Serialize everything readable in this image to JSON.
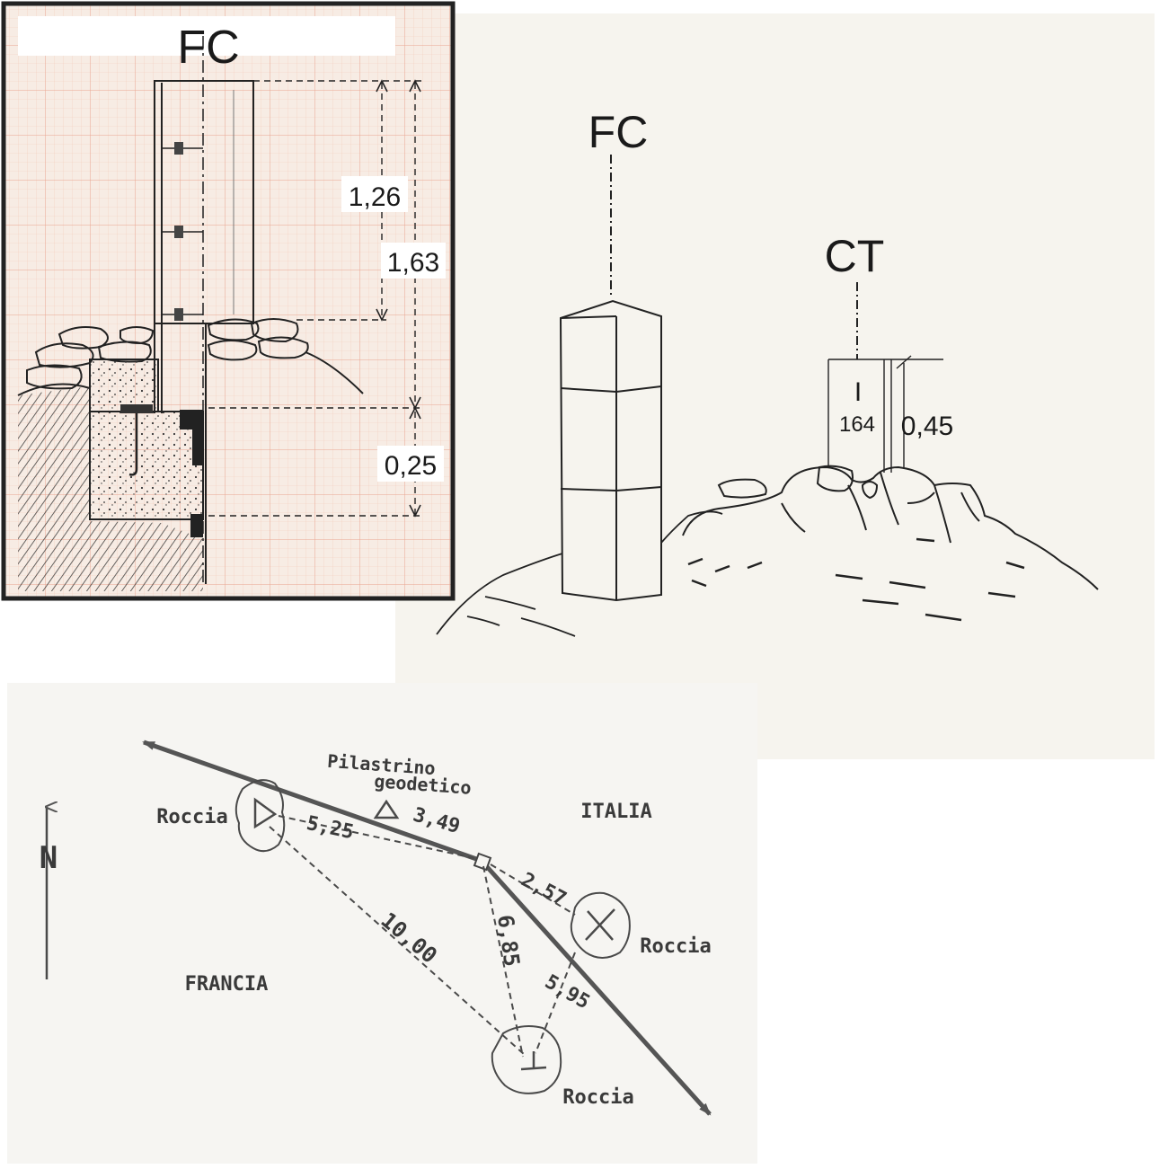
{
  "profile": {
    "pillar_label": "FC",
    "dim_upper": "1,26",
    "dim_total": "1,63",
    "dim_base": "0,25"
  },
  "elevation": {
    "pillar_label": "FC",
    "marker_label": "CT",
    "marker_symbol": "I",
    "marker_number": "164",
    "marker_height": "0,45"
  },
  "plan": {
    "north": "N",
    "pillar_label_line1": "Pilastrino",
    "pillar_label_line2": "geodetico",
    "country_east": "ITALIA",
    "country_west": "FRANCIA",
    "rock_west": "Roccia",
    "rock_east": "Roccia",
    "rock_south": "Roccia",
    "d_west_center": "5,25",
    "d_pillar_center": "3,49",
    "d_center_east": "2,57",
    "d_west_south": "10,00",
    "d_center_south": "6,85",
    "d_east_south": "5,95"
  },
  "colors": {
    "grid_paper": "#f7ece4",
    "grid_line": "#f0b9a6",
    "frame": "#222222",
    "paper": "#f6f4ee"
  }
}
